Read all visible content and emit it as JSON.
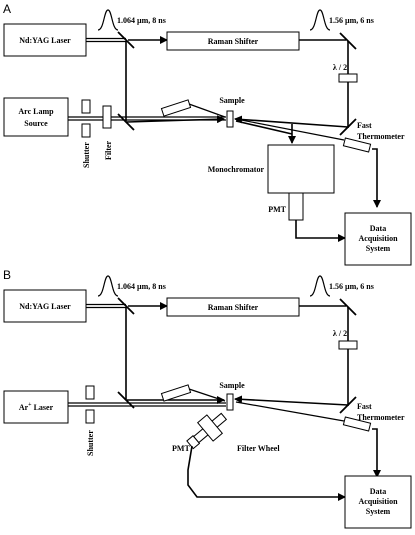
{
  "panel_a": {
    "label": "A",
    "nd_yag_laser": "Nd:YAG Laser",
    "pulse_1": "1.064 µm, 8 ns",
    "raman_shifter": "Raman Shifter",
    "pulse_2": "1.56 µm, 6 ns",
    "half_wave": "λ / 2",
    "arc_lamp_1": "Arc Lamp",
    "arc_lamp_2": "Source",
    "shutter": "Shutter",
    "filter": "Filter",
    "sample": "Sample",
    "fast": "Fast",
    "thermometer": "Thermometer",
    "monochromator": "Monochromator",
    "pmt": "PMT",
    "daq_1": "Data",
    "daq_2": "Acquisition",
    "daq_3": "System"
  },
  "panel_b": {
    "label": "B",
    "nd_yag_laser": "Nd:YAG Laser",
    "pulse_1": "1.064 µm, 8 ns",
    "raman_shifter": "Raman Shifter",
    "pulse_2": "1.56 µm, 6 ns",
    "half_wave": "λ / 2",
    "ar_laser": "Ar",
    "ar_sup": "+",
    "ar_laser_suffix": " Laser",
    "shutter": "Shutter",
    "sample": "Sample",
    "fast": "Fast",
    "thermometer": "Thermometer",
    "pmt": "PMT",
    "filter_wheel": "Filter Wheel",
    "daq_1": "Data",
    "daq_2": "Acquisition",
    "daq_3": "System"
  }
}
